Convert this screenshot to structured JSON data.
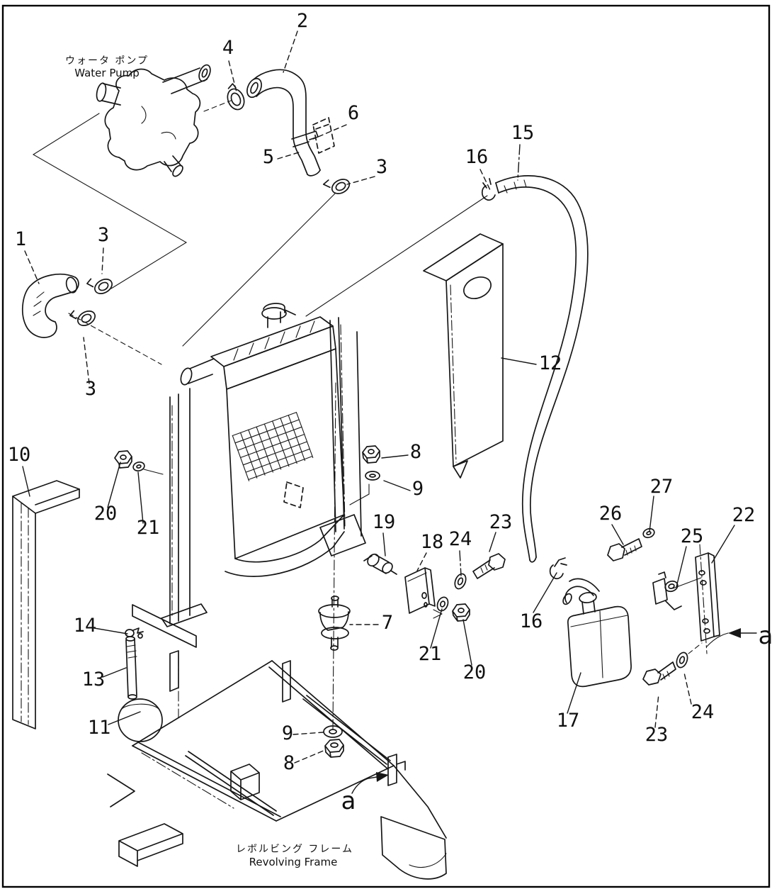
{
  "diagram": {
    "background": "#ffffff",
    "line_color": "#161616",
    "border_color": "#000000",
    "annotations": {
      "water_pump_jp": "ウォータ ポンプ",
      "water_pump_en": "Water Pump",
      "revolving_frame_jp": "レボルビング フレーム",
      "revolving_frame_en": "Revolving Frame"
    },
    "callouts": [
      {
        "label": "2",
        "part": "water-outlet-hose"
      },
      {
        "label": "4",
        "part": "hose-clamp"
      },
      {
        "label": "6",
        "part": "hose-bracket"
      },
      {
        "label": "15",
        "part": "reserve-tank-hose"
      },
      {
        "label": "16",
        "part": "hose-clip"
      },
      {
        "label": "5",
        "part": "lower-hose"
      },
      {
        "label": "3",
        "part": "hose-clamp"
      },
      {
        "label": "1",
        "part": "water-inlet-hose"
      },
      {
        "label": "3",
        "part": "hose-clamp"
      },
      {
        "label": "3",
        "part": "hose-clamp"
      },
      {
        "label": "12",
        "part": "baffle-plate"
      },
      {
        "label": "10",
        "part": "baffle-strip"
      },
      {
        "label": "8",
        "part": "nut"
      },
      {
        "label": "9",
        "part": "washer"
      },
      {
        "label": "20",
        "part": "nut"
      },
      {
        "label": "21",
        "part": "washer"
      },
      {
        "label": "19",
        "part": "drain-cock"
      },
      {
        "label": "27",
        "part": "washer"
      },
      {
        "label": "26",
        "part": "bolt"
      },
      {
        "label": "22",
        "part": "tank-bracket"
      },
      {
        "label": "25",
        "part": "tank-clamp"
      },
      {
        "label": "18",
        "part": "small-bracket"
      },
      {
        "label": "24",
        "part": "washer"
      },
      {
        "label": "23",
        "part": "bolt"
      },
      {
        "label": "16",
        "part": "hose-clip"
      },
      {
        "label": "7",
        "part": "cushion-mount"
      },
      {
        "label": "14",
        "part": "clip"
      },
      {
        "label": "21",
        "part": "washer"
      },
      {
        "label": "20",
        "part": "nut"
      },
      {
        "label": "13",
        "part": "rod"
      },
      {
        "label": "17",
        "part": "reserve-tank"
      },
      {
        "label": "a",
        "part": "view-arrow-right"
      },
      {
        "label": "11",
        "part": "frame-boss"
      },
      {
        "label": "23",
        "part": "bolt"
      },
      {
        "label": "24",
        "part": "washer"
      },
      {
        "label": "9",
        "part": "washer"
      },
      {
        "label": "8",
        "part": "nut"
      },
      {
        "label": "a",
        "part": "view-arrow-bottom"
      }
    ]
  }
}
